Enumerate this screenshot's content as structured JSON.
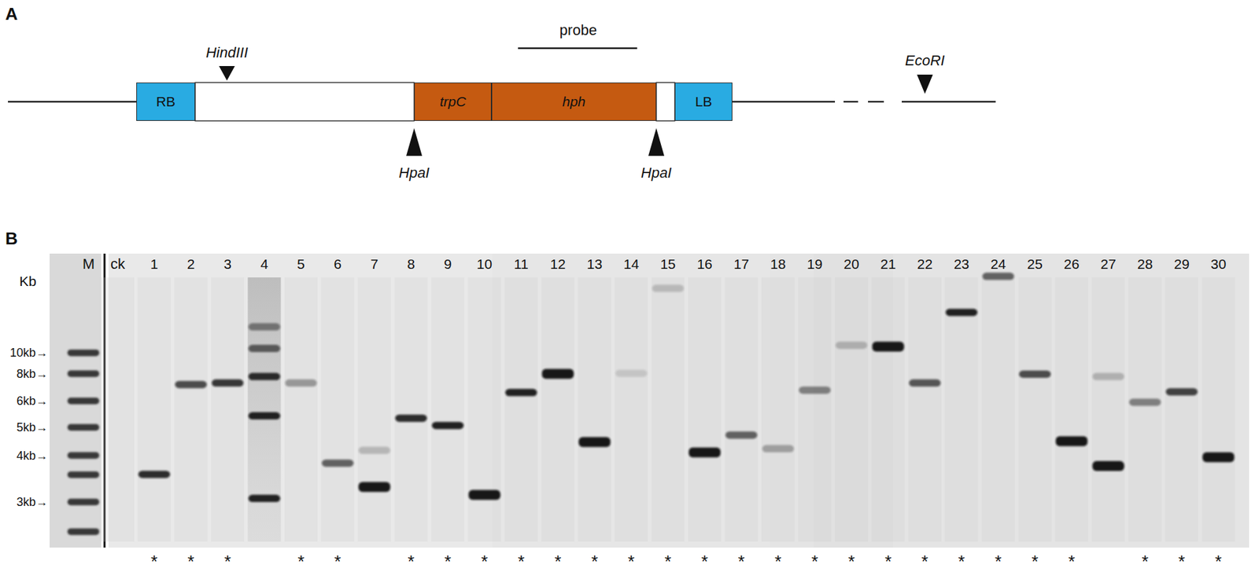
{
  "diagram": {
    "nodes": [
      {
        "text": [
          "RB"
        ]
      },
      {
        "text": [
          "trpC"
        ]
      },
      {
        "text": [
          "hph"
        ]
      },
      {
        "text": [
          "LB"
        ]
      }
    ],
    "labels": [
      "A",
      "HindIII",
      "probe",
      "HpaI",
      "HpaI",
      "EcoRI",
      "B",
      "M",
      "ck",
      "1",
      "2",
      "3",
      "4",
      "5",
      "6",
      "7",
      "8",
      "9",
      "10",
      "11",
      "12",
      "13",
      "14",
      "15",
      "16",
      "17",
      "18",
      "19",
      "20",
      "21",
      "22",
      "23",
      "24",
      "25",
      "26",
      "27",
      "28",
      "29",
      "30",
      "Kb",
      "10kb→",
      "8kb→",
      "6kb→",
      "5kb→",
      "4kb→",
      "3kb→",
      "*",
      "*",
      "*",
      "*",
      "*",
      "*",
      "*",
      "*",
      "*",
      "*",
      "*",
      "*",
      "*",
      "*",
      "*",
      "*",
      "*",
      "*",
      "*",
      "*",
      "*",
      "*",
      "*",
      "*",
      "*",
      "*",
      "*"
    ]
  }
}
